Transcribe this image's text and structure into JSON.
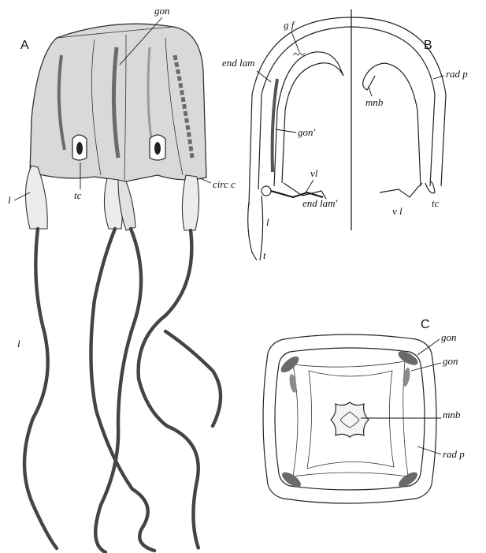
{
  "panels": {
    "a": {
      "letter": "A"
    },
    "b": {
      "letter": "B"
    },
    "c": {
      "letter": "C"
    }
  },
  "labels": {
    "a_gon": "gon",
    "a_tc": "tc",
    "a_circ_c": "circ c",
    "a_l_top": "l",
    "a_l_bottom": "l",
    "b_gf": "g f",
    "b_end_lam": "end lam",
    "b_gon_prime": "gon'",
    "b_vl_left": "vl",
    "b_end_lam_prime": "end lam'",
    "b_l": "l",
    "b_t": "t",
    "b_mnb": "mnb",
    "b_rad_p": "rad p",
    "b_vl_right": "v l",
    "b_tc": "tc",
    "c_gon_1": "gon",
    "c_gon_2": "gon",
    "c_mnb": "mnb",
    "c_rad_p": "rad p"
  },
  "colors": {
    "ink": "#222222",
    "body_shade": "#cfcfcf",
    "gonad_dark": "#6a6a6a"
  }
}
